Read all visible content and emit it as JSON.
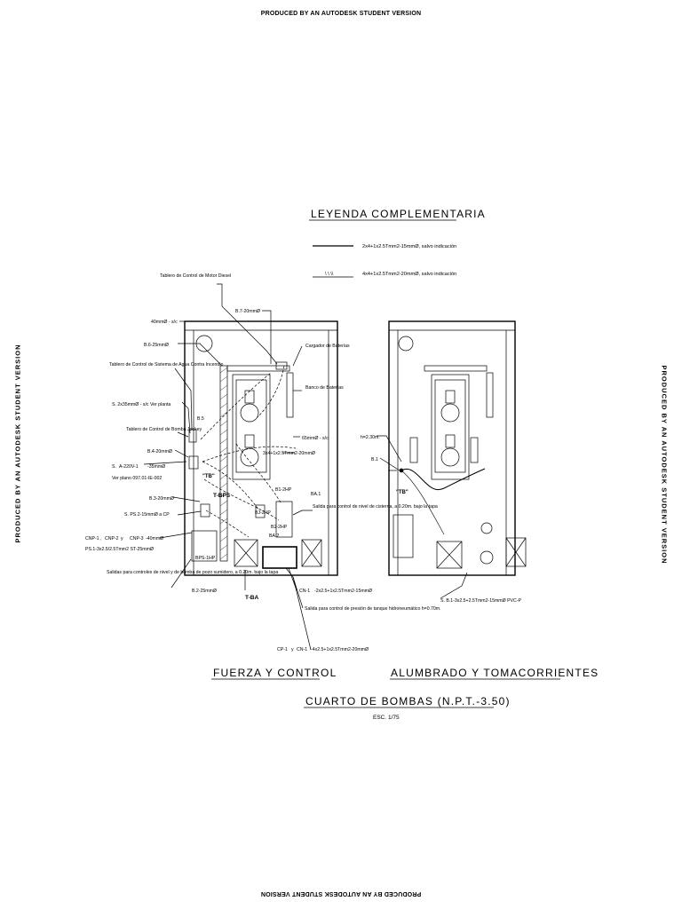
{
  "watermark": "PRODUCED BY AN AUTODESK STUDENT VERSION",
  "legend": {
    "title": "LEYENDA COMPLEMENTARIA",
    "line1": "2x4+1x2.5Tmm2-15mmØ, salvo indicación",
    "line2": "4x4+1x2.5Tmm2-20mmØ, salvo indicación",
    "line2_symbol": "\\ \\ \\\\"
  },
  "left_plan": {
    "title": "FUERZA Y CONTROL",
    "labels": {
      "tablero_diesel": "Tablero de Control de Motor Diesel",
      "b7": "B.7-20mmØ",
      "r40": "40mmØ - s/c",
      "b6": "B.6-25mmØ",
      "tablero_sist": "Tablero de Control de Sistema de Agua Contra Incendio",
      "s2x35": "S. 2x35mmØ - s/c Ver planta",
      "tablero_jockey": "Tablero de Control de Bomba Jockey",
      "b4": "B.4-20mmØ",
      "s_220": "S.",
      "s_220_box": "A-220V-1",
      "s_220_rest": "-35mmØ",
      "ver_plano": "Ver plano 097.01-IE-002",
      "b3": "B.3-20mmØ",
      "ps2": "S. PS.2-15mmØ a CP",
      "cnp_a": "CNP-1 ,",
      "cnp_b": "CNP-2",
      "cnp_c": "y",
      "cnp_d": "CNP-3",
      "cnp_e": "-40mmØ",
      "ps1": "PS.1-3x2.5/2.5Tmm2 ST-25mmØ",
      "salidas": "Salidas para controles de nivel y de bomba de pozo sumidero, a 0.20m. bajo la tapa",
      "b2": "B.2-25mmØ",
      "cargador": "Cargador de Baterías",
      "banco": "Banco de Baterías",
      "r65": "65mmØ - s/c",
      "r3x4": "3x4+1x2.5Tmm2-20mmØ",
      "b1": "B1-2HP",
      "ba1": "BA.1",
      "salida_cisterna": "Salida para control de nivel de cisterna, a 0.20m. bajo la tapa",
      "b2hp": "B2-2HP",
      "ba2": "BA.2",
      "cn1": "CN-1",
      "cn1_rest": "-2x2.5+1x2.5Tmm2-15mmØ",
      "salida_presion": "Salida para control de presión de tanque hidroneumático h=0.70m.",
      "cp1": "CP-1",
      "cp_y": "y",
      "cn1b": "CN-1",
      "cp_rest": "-4x2.5+1x2.5Tmm2-20mmØ",
      "tba": "T-BA",
      "tbps": "T-BPS",
      "tb": "\"TB\"",
      "b5": "B.5",
      "bps": "BPS-1HP",
      "bj": "BJ-2HP"
    }
  },
  "right_plan": {
    "title": "ALUMBRADO Y TOMACORRIENTES",
    "labels": {
      "h230": "h=2.30m.",
      "b1": "B.1",
      "tb": "\"TB\"",
      "s_b1": "S. B.1-3x2.5+2.5Tmm2-15mmØ PVC-P"
    }
  },
  "caption": {
    "title": "CUARTO DE BOMBAS (N.P.T.-3.50)",
    "scale": "ESC. 1/75"
  }
}
